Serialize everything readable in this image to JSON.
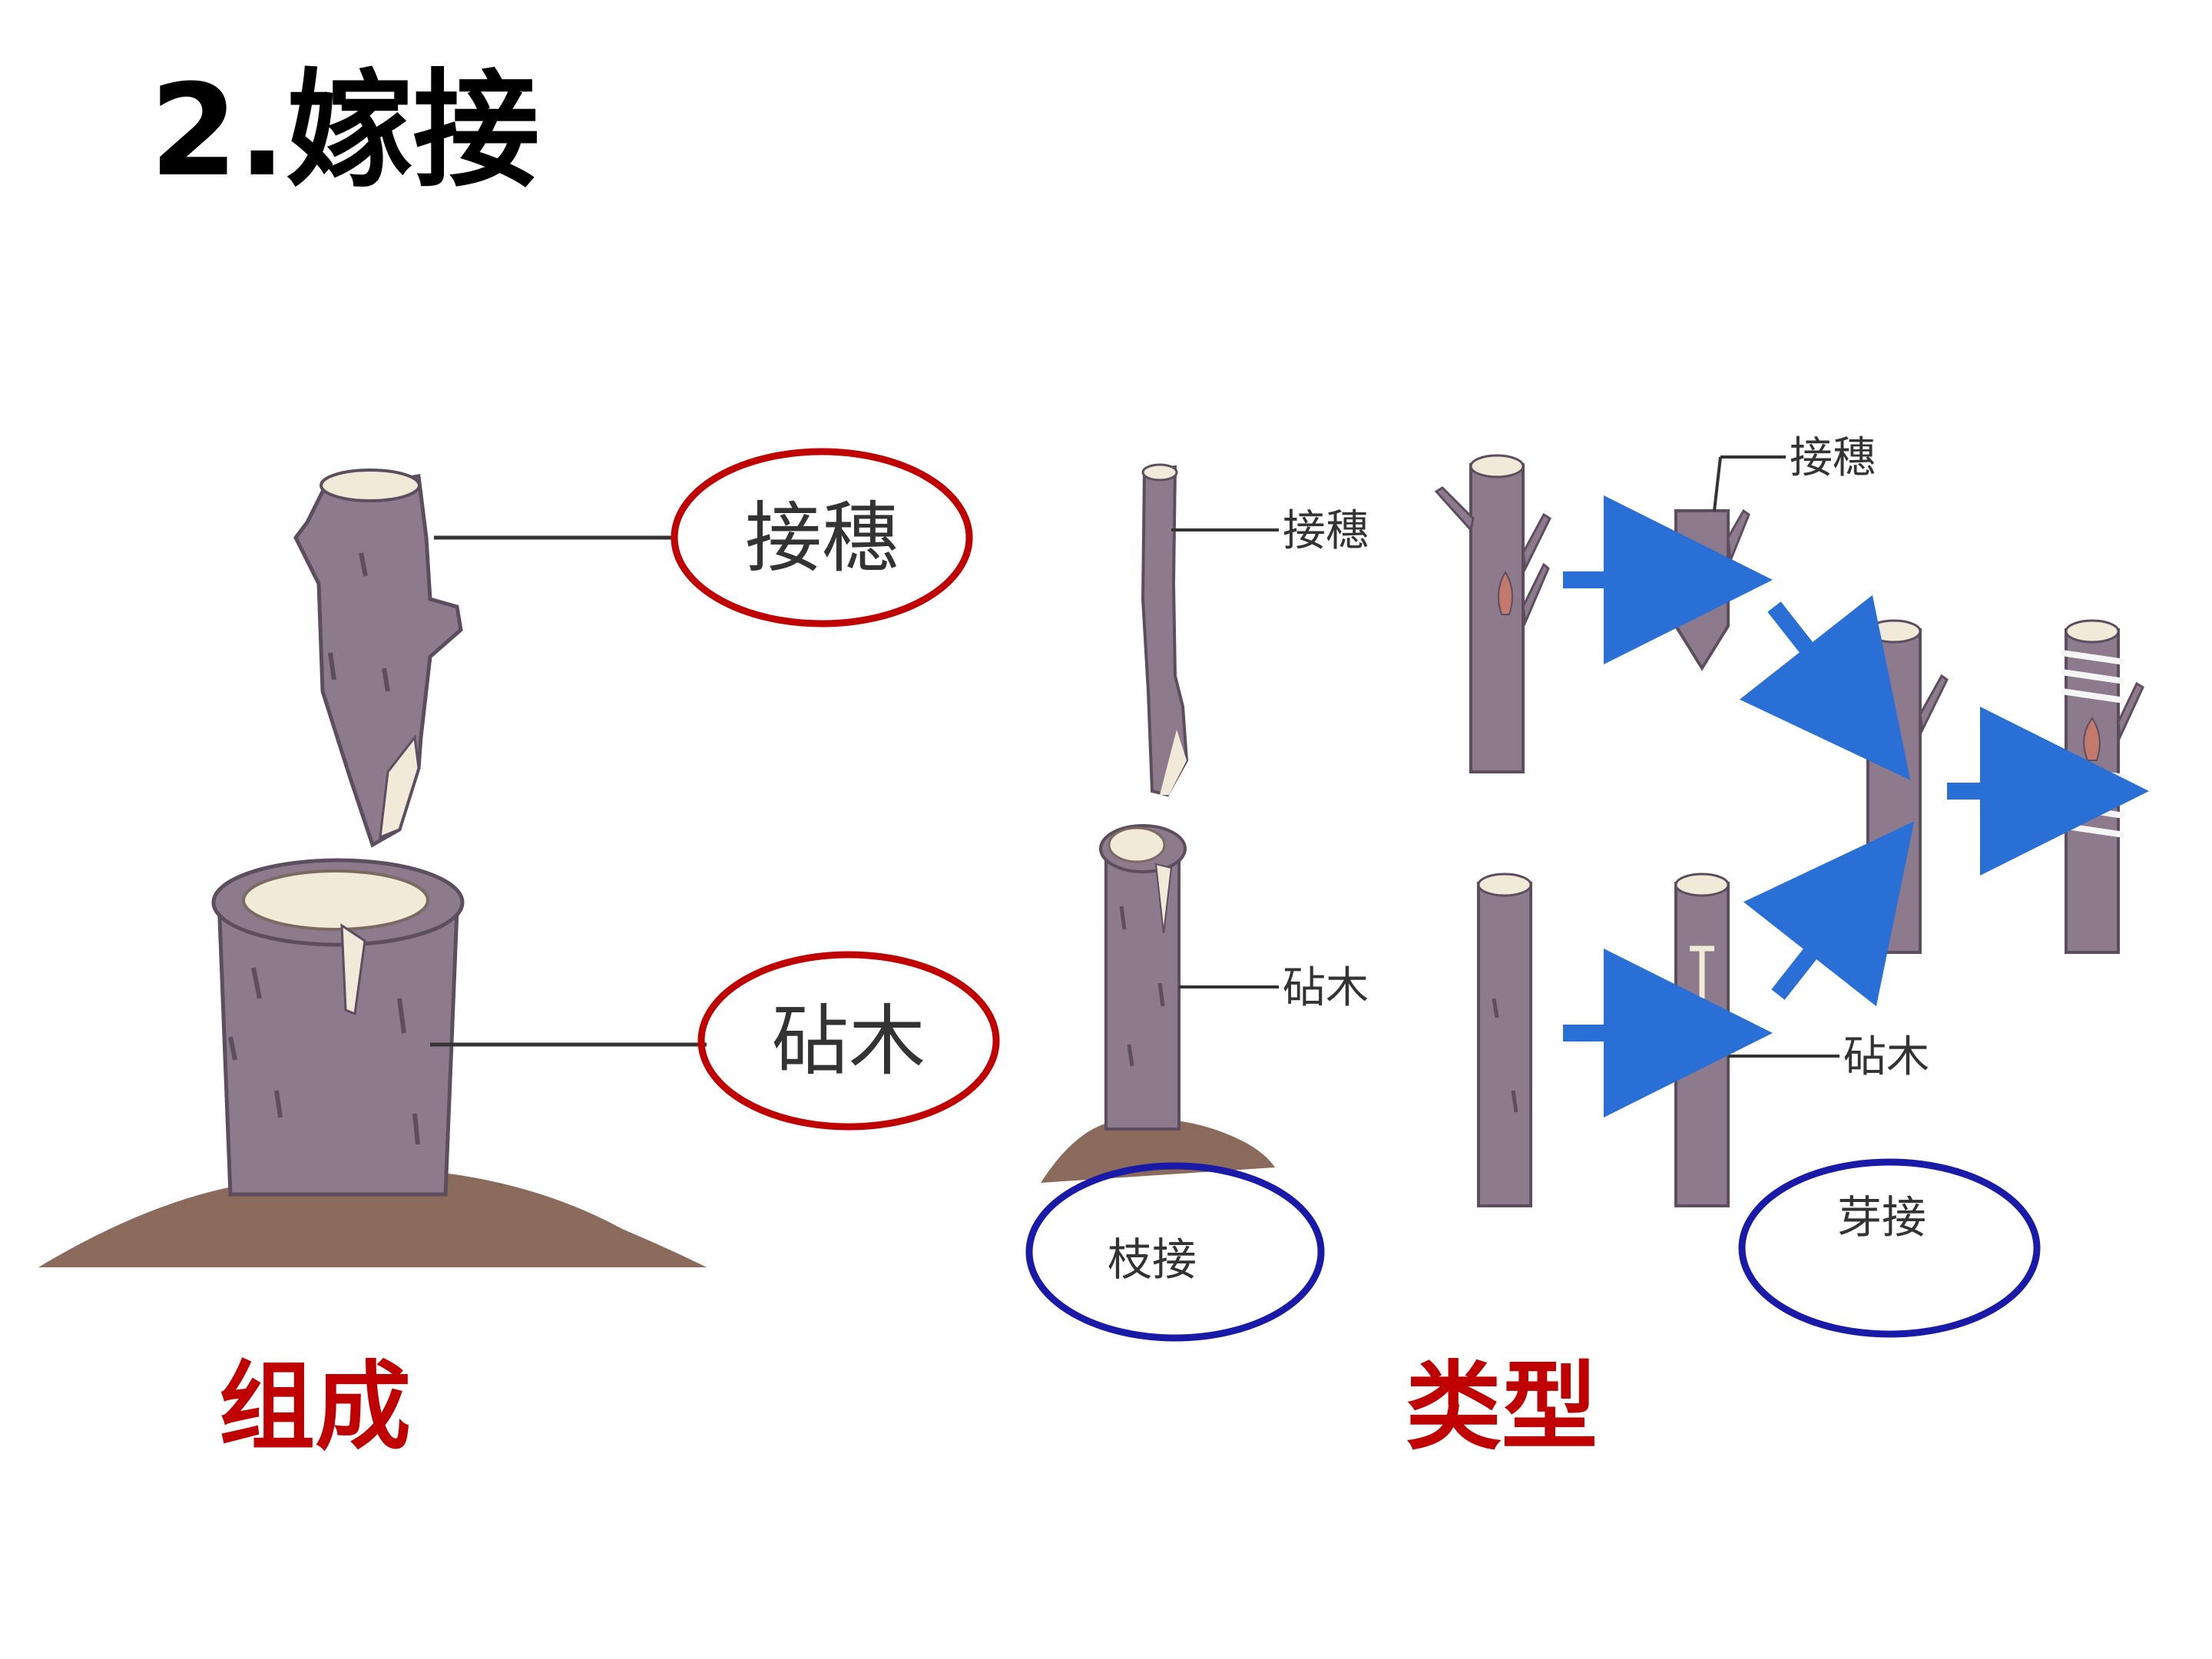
{
  "slide": {
    "title": "2.嫁接"
  },
  "left_diagram": {
    "labels": {
      "scion": "接穗",
      "rootstock": "砧木"
    }
  },
  "branch_grafting": {
    "labels": {
      "scion": "接穗",
      "rootstock": "砧木",
      "method": "枝接"
    }
  },
  "bud_grafting": {
    "labels": {
      "scion": "接穗",
      "rootstock": "砧木",
      "method": "芽接"
    }
  },
  "captions": {
    "composition": "组成",
    "types": "类型"
  },
  "colors": {
    "bark": "#8d7a8c",
    "bark_dark": "#5c4e5e",
    "soil": "#8a6a5a",
    "accent_red": "#c00000",
    "accent_blue": "#1a1aa8",
    "arrow_blue": "#2a6fd6",
    "bud": "#c47a6a"
  }
}
